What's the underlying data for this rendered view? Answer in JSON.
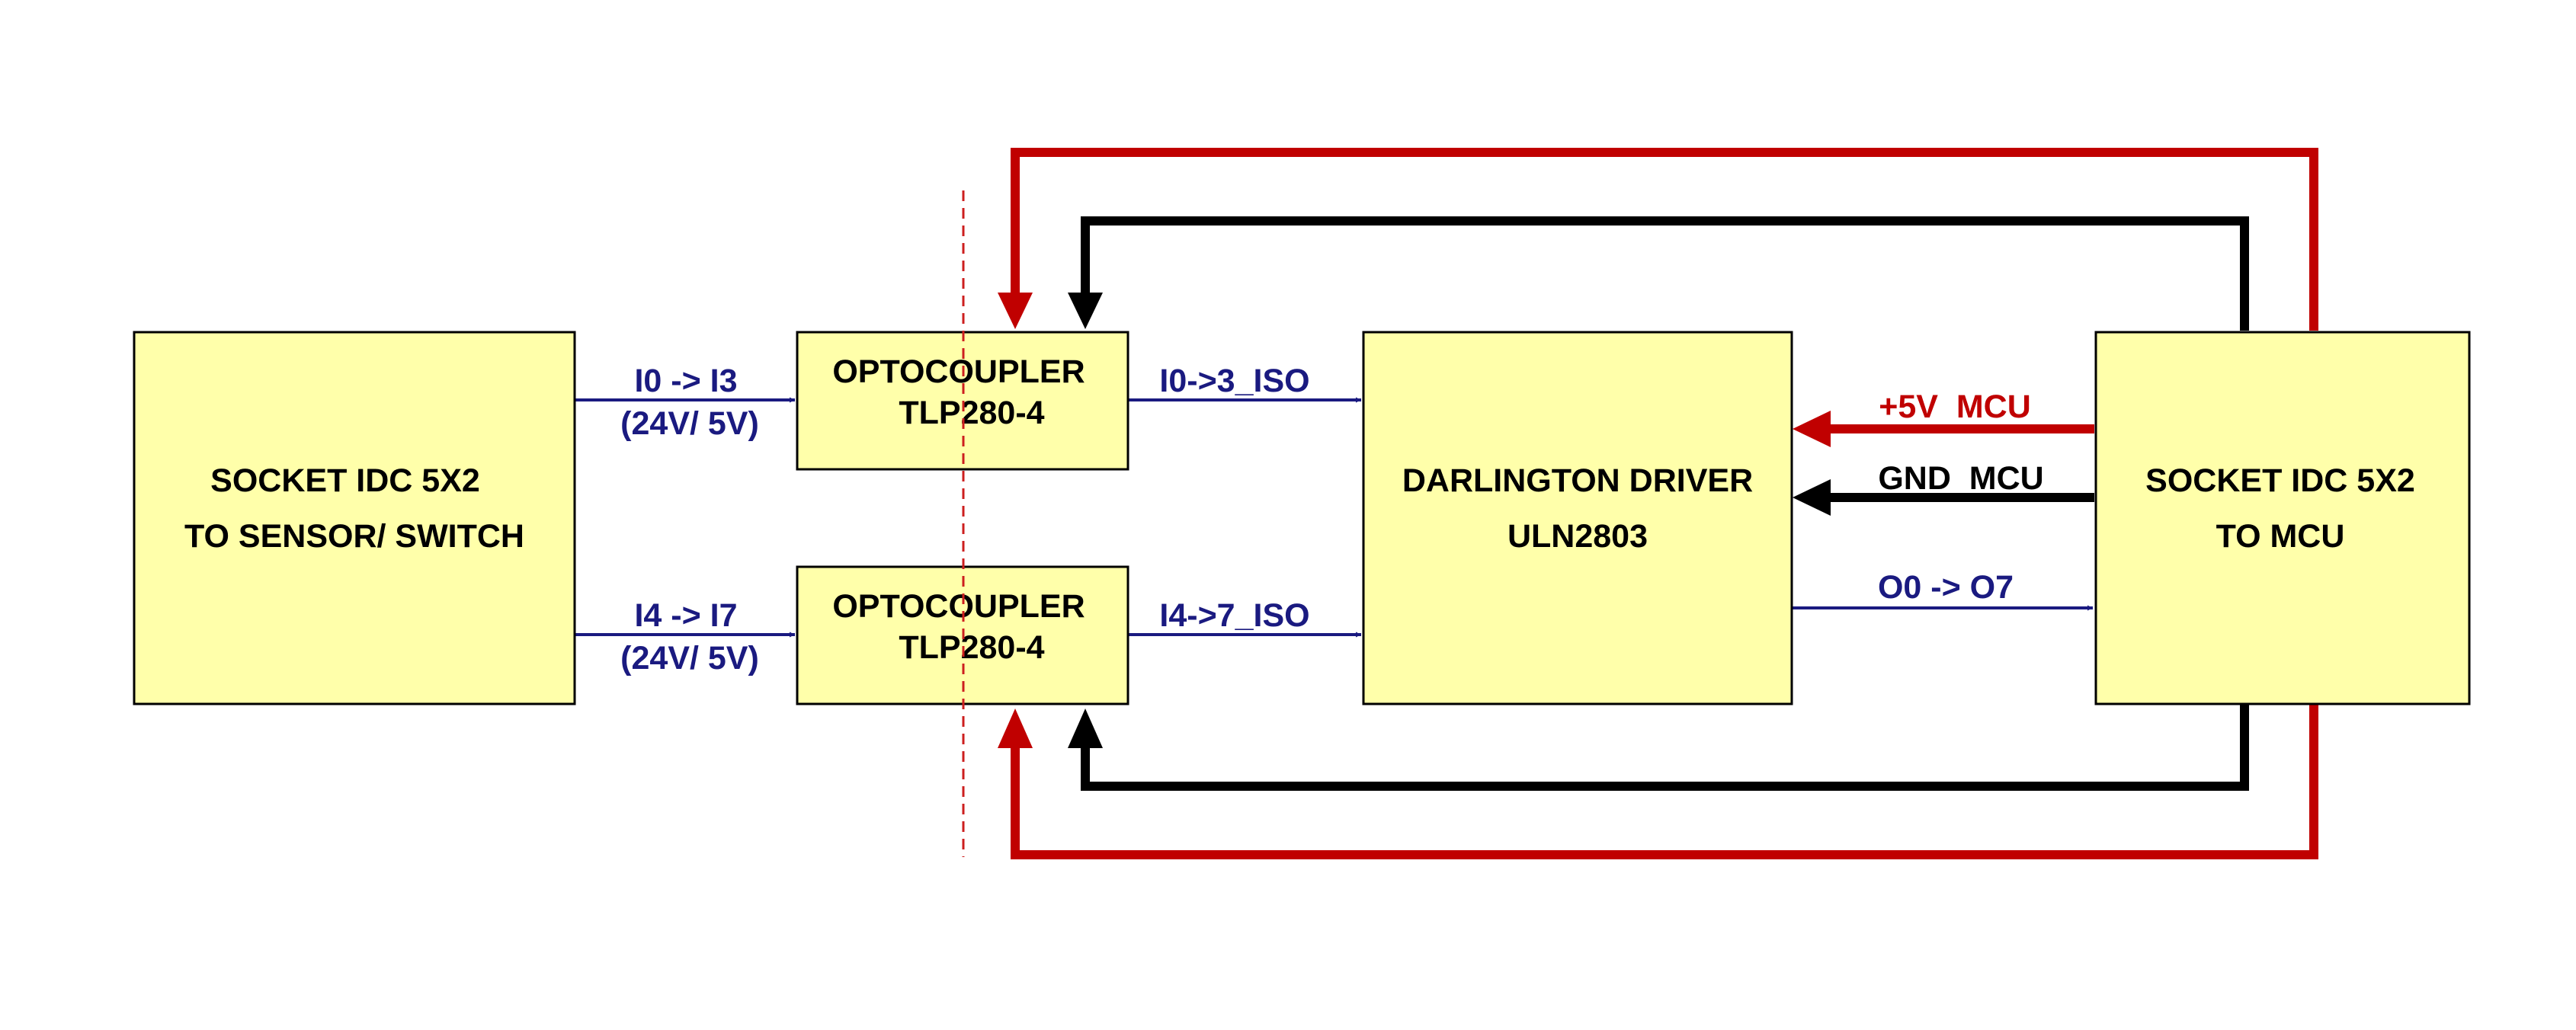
{
  "colors": {
    "block_fill": "#FFFFAA",
    "block_border": "#000000",
    "signal": "#1A1A80",
    "power": "#C00000",
    "ground": "#000000",
    "isolation_line": "#CC1F1F"
  },
  "blocks": {
    "sensor_socket": {
      "line1": "SOCKET IDC 5X2",
      "line2": "TO SENSOR/ SWITCH"
    },
    "optocoupler_top": {
      "line1": "OPTOCOUPLER",
      "line2": "TLP280-4"
    },
    "optocoupler_bottom": {
      "line1": "OPTOCOUPLER",
      "line2": "TLP280-4"
    },
    "darlington_driver": {
      "line1": "DARLINGTON DRIVER",
      "line2": "ULN2803"
    },
    "mcu_socket": {
      "line1": "SOCKET IDC 5X2",
      "line2": "TO MCU"
    }
  },
  "signals": {
    "in_low": {
      "line1": "I0 -> I3",
      "line2": "(24V/ 5V)"
    },
    "in_high": {
      "line1": "I4 -> I7",
      "line2": "(24V/ 5V)"
    },
    "iso_low": "I0->3_ISO",
    "iso_high": "I4->7_ISO",
    "power": "+5V  MCU",
    "ground": "GND  MCU",
    "outputs": "O0 -> O7"
  }
}
